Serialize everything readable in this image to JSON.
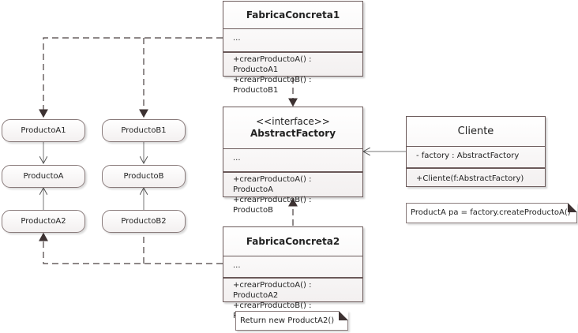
{
  "fabrica1": {
    "name": "FabricaConcreta1",
    "attrs": "...",
    "op1": "+crearProductoA() : ProductoA1",
    "op2": "+crearProductoB() : ProductoB1"
  },
  "abstract_factory": {
    "stereotype": "<<interface>>",
    "name": "AbstractFactory",
    "attrs": "...",
    "op1": "+crearProductoA() : ProductoA",
    "op2": "+crearProductoB() : ProductoB"
  },
  "fabrica2": {
    "name": "FabricaConcreta2",
    "attrs": "...",
    "op1": "+crearProductoA() : ProductoA2",
    "op2": "+crearProductoB() : ProductoB2"
  },
  "cliente": {
    "name": "Cliente",
    "attr": "- factory : AbstractFactory",
    "op": "+Cliente(f:AbstractFactory)"
  },
  "products": {
    "a1": "ProductoA1",
    "a": "ProductoA",
    "a2": "ProductoA2",
    "b1": "ProductoB1",
    "b": "ProductoB",
    "b2": "ProductoB2"
  },
  "notes": {
    "cliente_note": "ProductA pa = factory.createProductoA()",
    "fabrica2_note": "Return new ProductA2()"
  },
  "colors": {
    "border": "#6b5a5a",
    "line": "#4a4040"
  }
}
